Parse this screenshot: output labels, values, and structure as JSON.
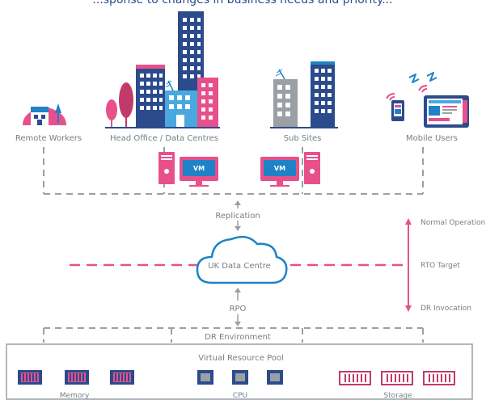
{
  "header": {
    "text": "...sponse to changes in business needs and priority..."
  },
  "sites": {
    "remote_workers": "Remote Workers",
    "head_office": "Head Office / Data Centres",
    "sub_sites": "Sub Sites",
    "mobile_users": "Mobile Users"
  },
  "vm_label": "VM",
  "flow": {
    "replication": "Replication",
    "cloud": "UK Data Centre",
    "rpo": "RPO",
    "dr_environment": "DR Environment"
  },
  "timeline": {
    "normal_operation": "Normal Operation",
    "rto_target": "RTO Target",
    "dr_invocation": "DR Invocation"
  },
  "resource_pool": {
    "title": "Virtual Resource Pool",
    "memory": "Memory",
    "cpu": "CPU",
    "storage": "Storage"
  },
  "colors": {
    "navy": "#2b4b8c",
    "blue": "#1f82c6",
    "pink": "#e8508c",
    "grey": "#9aa0a6",
    "text": "#777d84"
  }
}
